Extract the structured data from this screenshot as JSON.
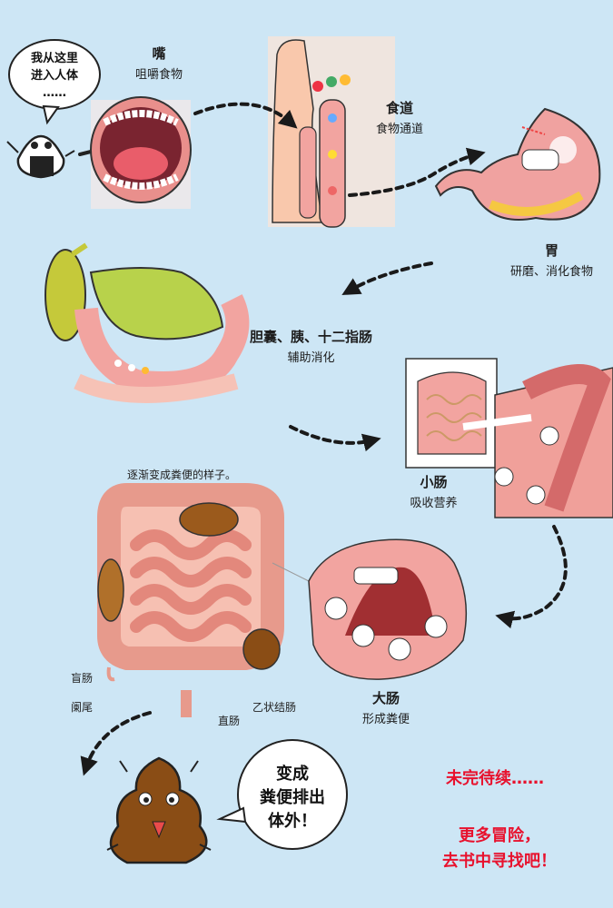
{
  "speech_start": {
    "line1": "我从这里",
    "line2": "进入人体",
    "line3": "……"
  },
  "mouth": {
    "title": "嘴",
    "desc": "咀嚼食物"
  },
  "esophagus": {
    "title": "食道",
    "desc": "食物通道"
  },
  "stomach": {
    "title": "胃",
    "desc": "研磨、消化食物"
  },
  "gallbladder": {
    "title": "胆囊、胰、十二指肠",
    "desc": "辅助消化"
  },
  "small_intestine": {
    "title": "小肠",
    "desc": "吸收营养"
  },
  "large_intestine": {
    "title": "大肠",
    "desc": "形成粪便",
    "caption": "逐渐变成粪便的样子。",
    "parts": {
      "cecum": "盲肠",
      "appendix": "阑尾",
      "rectum": "直肠",
      "sigmoid": "乙状结肠"
    }
  },
  "speech_end": {
    "line1": "变成",
    "line2": "粪便排出",
    "line3": "体外！"
  },
  "ending": {
    "line1": "未完待续……",
    "line2": "更多冒险，",
    "line3": "去书中寻找吧！"
  },
  "colors": {
    "background": "#cde6f5",
    "accent_red": "#e8112d",
    "tissue": "#f2b3a6",
    "feces": "#9b5a1c"
  },
  "icons": [
    "rice-ball-character-icon",
    "poop-character-icon",
    "dashed-arrow-icon"
  ]
}
